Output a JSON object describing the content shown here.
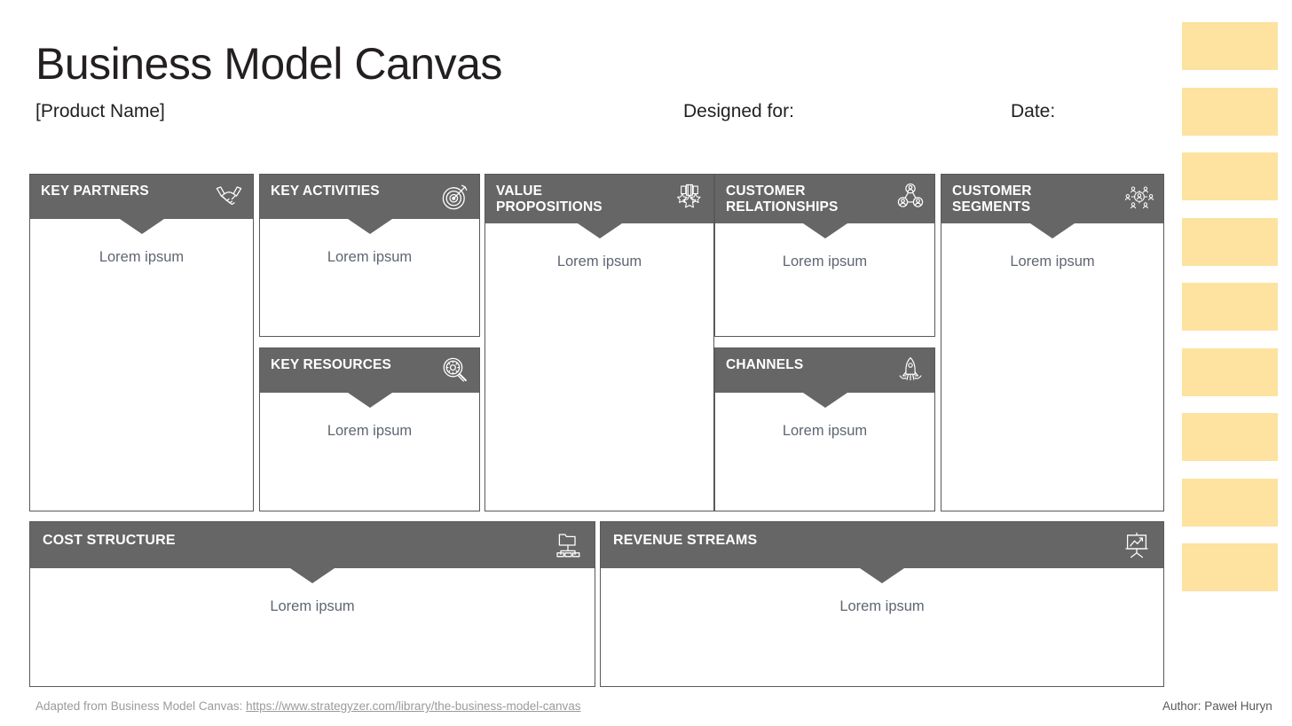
{
  "header": {
    "title": "Business Model Canvas",
    "product_name": "[Product Name]",
    "designed_for_label": "Designed for:",
    "date_label": "Date:"
  },
  "theme": {
    "header_bg": "#666666",
    "border_color": "#595959",
    "placeholder_color": "#5f6672",
    "sticky_note_color": "#fde2a0",
    "page_bg": "#ffffff"
  },
  "blocks": [
    {
      "id": "key-partners",
      "title": "KEY PARTNERS",
      "icon": "handshake-icon",
      "placeholder": "Lorem ipsum"
    },
    {
      "id": "key-activities",
      "title": "KEY ACTIVITIES",
      "icon": "target-dart-icon",
      "placeholder": "Lorem ipsum"
    },
    {
      "id": "key-resources",
      "title": "KEY RESOURCES",
      "icon": "magnifier-gear-icon",
      "placeholder": "Lorem ipsum"
    },
    {
      "id": "value-propositions",
      "title": "VALUE\nPROPOSITIONS",
      "icon": "medals-icon",
      "placeholder": "Lorem ipsum"
    },
    {
      "id": "customer-relationships",
      "title": "CUSTOMER\nRELATIONSHIPS",
      "icon": "people-network-icon",
      "placeholder": "Lorem ipsum"
    },
    {
      "id": "channels",
      "title": "CHANNELS",
      "icon": "rocket-icon",
      "placeholder": "Lorem ipsum"
    },
    {
      "id": "customer-segments",
      "title": "CUSTOMER\nSEGMENTS",
      "icon": "people-group-icon",
      "placeholder": "Lorem ipsum"
    },
    {
      "id": "cost-structure",
      "title": "COST STRUCTURE",
      "icon": "folder-hierarchy-icon",
      "placeholder": "Lorem ipsum"
    },
    {
      "id": "revenue-streams",
      "title": "REVENUE STREAMS",
      "icon": "presentation-chart-icon",
      "placeholder": "Lorem ipsum"
    }
  ],
  "sticky_notes": {
    "count": 9,
    "color": "#fde2a0"
  },
  "footer": {
    "attribution_prefix": "Adapted from Business Model Canvas: ",
    "attribution_link": "https://www.strategyzer.com/library/the-business-model-canvas",
    "author": "Author: Paweł Huryn"
  }
}
